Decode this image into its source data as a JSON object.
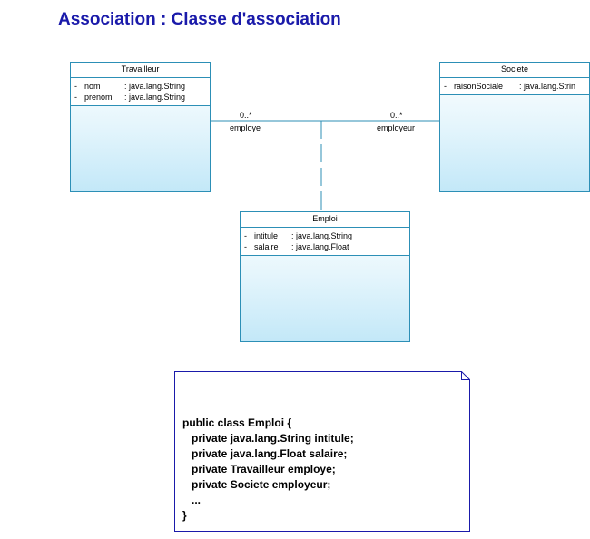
{
  "title": "Association : Classe d'association",
  "classes": {
    "travailleur": {
      "name": "Travailleur",
      "attributes": [
        {
          "vis": "-",
          "name": "nom",
          "type": ": java.lang.String"
        },
        {
          "vis": "-",
          "name": "prenom",
          "type": ": java.lang.String"
        }
      ]
    },
    "societe": {
      "name": "Societe",
      "attributes": [
        {
          "vis": "-",
          "name": "raisonSociale",
          "type": ": java.lang.Strin"
        }
      ]
    },
    "emploi": {
      "name": "Emploi",
      "attributes": [
        {
          "vis": "-",
          "name": "intitule",
          "type": ": java.lang.String"
        },
        {
          "vis": "-",
          "name": "salaire",
          "type": ": java.lang.Float"
        }
      ]
    }
  },
  "association": {
    "left_multiplicity": "0..*",
    "left_role": "employe",
    "right_multiplicity": "0..*",
    "right_role": "employeur"
  },
  "note": {
    "lines": [
      "public class Emploi {",
      "   private java.lang.String intitule;",
      "   private java.lang.Float salaire;",
      "   private Travailleur employe;",
      "   private Societe employeur;",
      "   ...",
      "}"
    ]
  },
  "colors": {
    "title": "#1a1aaa",
    "class_border": "#2c8fb6",
    "class_fill": "#c3e8f8",
    "association_line": "#2c8fb6",
    "note_border": "#1a1aaa"
  }
}
